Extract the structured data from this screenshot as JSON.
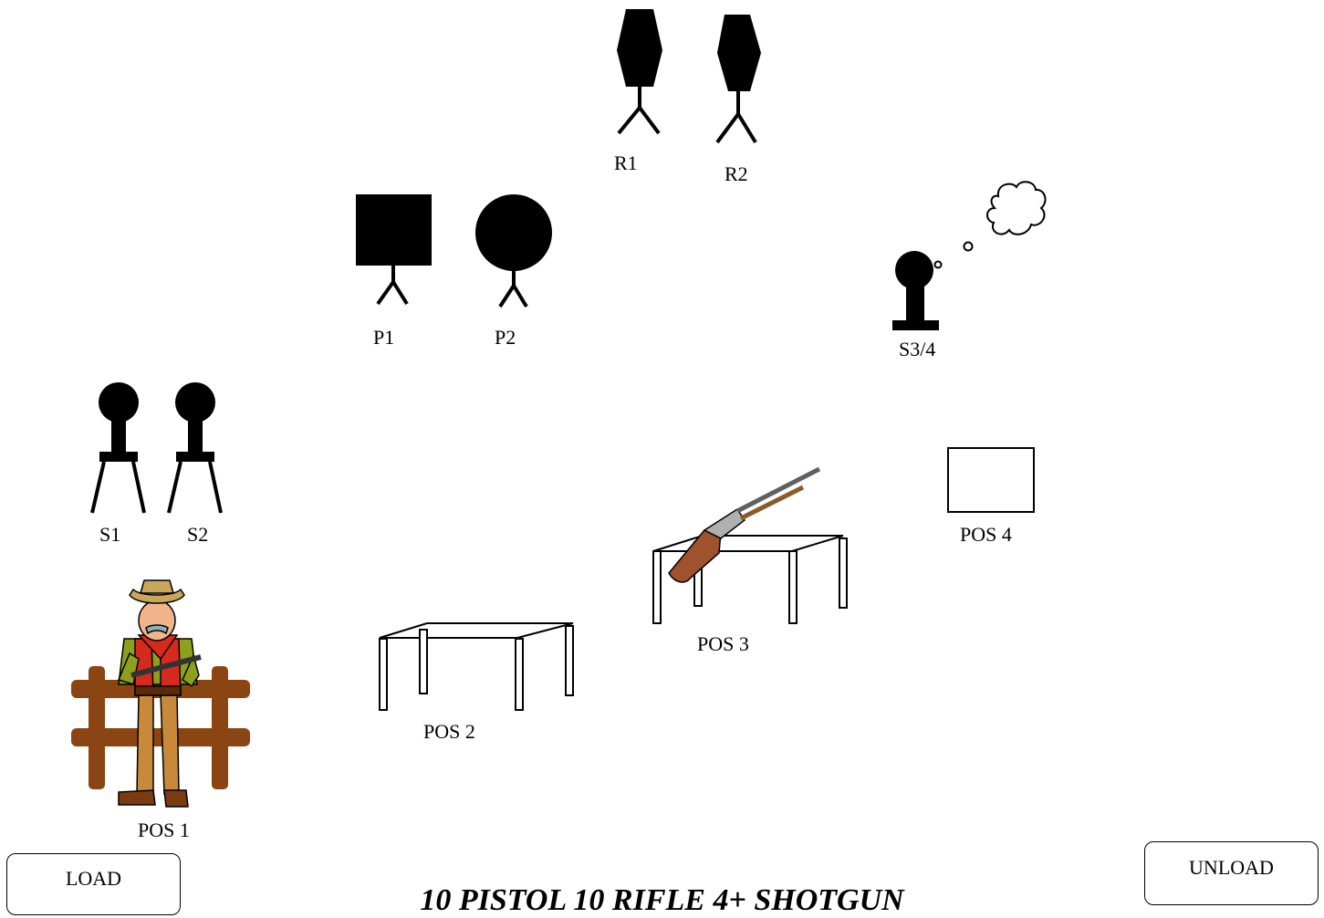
{
  "targets": {
    "R1": "R1",
    "R2": "R2",
    "P1": "P1",
    "P2": "P2",
    "S1": "S1",
    "S2": "S2",
    "S34": "S3/4"
  },
  "positions": {
    "pos1": "POS 1",
    "pos2": "POS 2",
    "pos3": "POS 3",
    "pos4": "POS 4"
  },
  "buttons": {
    "load": "LOAD",
    "unload": "UNLOAD"
  },
  "footer": "10 PISTOL    10 RIFLE    4+  SHOTGUN",
  "colors": {
    "ink": "#000000",
    "fence": "#8B4513",
    "paper": "#ffffff"
  }
}
